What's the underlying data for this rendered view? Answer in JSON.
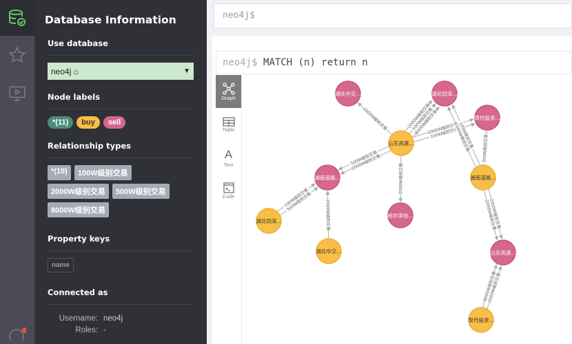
{
  "sidebar": {
    "title": "Database Information",
    "use_database": "Use database",
    "db_value": "neo4j",
    "node_labels_title": "Node labels",
    "node_labels": [
      {
        "label": "*(11)",
        "color": "#4c8e7a"
      },
      {
        "label": "buy",
        "color": "#f9be45"
      },
      {
        "label": "sell",
        "color": "#d6678e"
      }
    ],
    "rel_title": "Relationship types",
    "rel_types": [
      "*(19)",
      "100W级别交易",
      "2000W级别交易",
      "500W级别交易",
      "8000W级别交易"
    ],
    "prop_title": "Property keys",
    "prop_keys": [
      "name"
    ],
    "conn_title": "Connected as",
    "username_label": "Username:",
    "username": "neo4j",
    "roles_label": "Roles:",
    "roles": "-"
  },
  "editor": {
    "prompt": "neo4j$"
  },
  "result": {
    "prompt": "neo4j$",
    "query": "MATCH (n) return n",
    "views": [
      "Graph",
      "Table",
      "Text",
      "Code"
    ],
    "active_view": "Graph"
  },
  "graph": {
    "colors": {
      "buy": "#f9be45",
      "sell": "#d6678e"
    },
    "nodes": [
      {
        "label": "湖北中交...",
        "type": "sell"
      },
      {
        "label": "湖北同深...",
        "type": "sell"
      },
      {
        "label": "现代投资...",
        "type": "sell"
      },
      {
        "label": "山东高速...",
        "type": "buy"
      },
      {
        "label": "湖南道路...",
        "type": "sell"
      },
      {
        "label": "湖南道路...",
        "type": "buy"
      },
      {
        "label": "哈尔滨信...",
        "type": "sell"
      },
      {
        "label": "湖北同深...",
        "type": "buy"
      },
      {
        "label": "湖北中交...",
        "type": "buy"
      },
      {
        "label": "山东高速...",
        "type": "sell"
      },
      {
        "label": "现代投资...",
        "type": "buy"
      }
    ],
    "edges": [
      [
        3,
        0,
        "2000W级别交易"
      ],
      [
        3,
        1,
        "2000W级别交易"
      ],
      [
        3,
        1,
        "500W级别交易"
      ],
      [
        3,
        1,
        "8000W级别交易"
      ],
      [
        3,
        2,
        "2000W级别交易"
      ],
      [
        3,
        2,
        "100W级别交易"
      ],
      [
        3,
        4,
        "2000W级别交易"
      ],
      [
        3,
        4,
        "500W级别交易"
      ],
      [
        3,
        6,
        "2000W级别交易"
      ],
      [
        7,
        4,
        "100W级别交易"
      ],
      [
        7,
        4,
        "500W级别交易"
      ],
      [
        8,
        4,
        "2000W级别交易"
      ],
      [
        5,
        1,
        "2000W级别交易"
      ],
      [
        5,
        1,
        "100W级别交易"
      ],
      [
        5,
        2,
        "500W级别交易"
      ],
      [
        5,
        9,
        "2000W级别交易"
      ],
      [
        5,
        9,
        "2000W级别交易"
      ],
      [
        10,
        9,
        "8000W级别交易"
      ],
      [
        10,
        9,
        "2000W级别交易"
      ]
    ]
  }
}
